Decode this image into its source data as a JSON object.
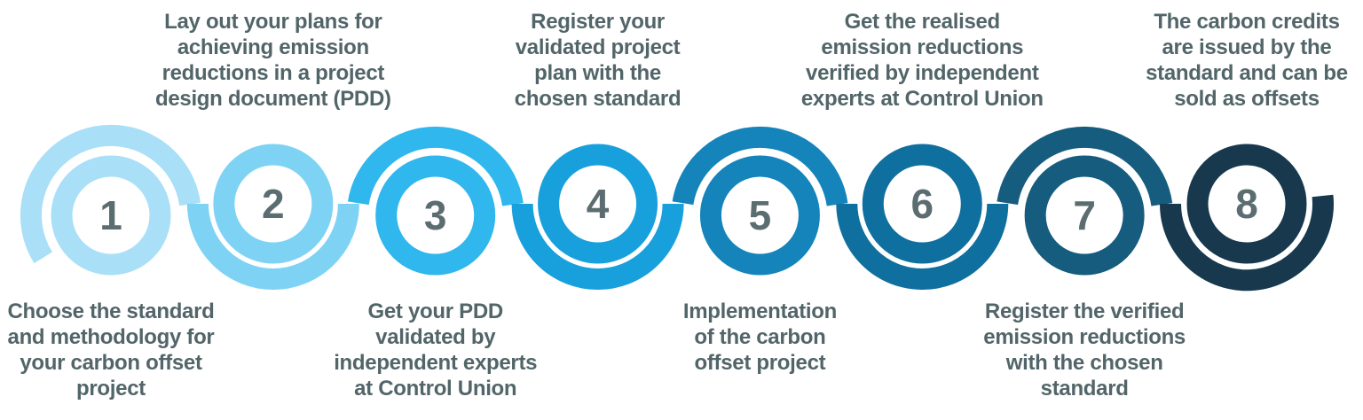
{
  "background_color": "#ffffff",
  "text_color": "#526569",
  "number_color": "#5C6D71",
  "steps": [
    {
      "number": "1",
      "color": "#A9DFF7",
      "text_position": "below",
      "label": [
        "Choose the standard",
        "and methodology for",
        "your carbon offset",
        "project"
      ]
    },
    {
      "number": "2",
      "color": "#7ED3F5",
      "text_position": "above",
      "label": [
        "Lay out your plans for",
        "achieving emission",
        "reductions in a project",
        "design document (PDD)"
      ]
    },
    {
      "number": "3",
      "color": "#2FB7EE",
      "text_position": "below",
      "label": [
        "Get your PDD",
        "validated by",
        "independent experts",
        "at Control Union"
      ]
    },
    {
      "number": "4",
      "color": "#18A0DD",
      "text_position": "above",
      "label": [
        "Register your",
        "validated project",
        "plan with the",
        "chosen standard"
      ]
    },
    {
      "number": "5",
      "color": "#1484BA",
      "text_position": "below",
      "label": [
        "Implementation",
        "of the carbon",
        "offset project"
      ]
    },
    {
      "number": "6",
      "color": "#0F6F9E",
      "text_position": "above",
      "label": [
        "Get the realised",
        "emission reductions",
        "verified by independent",
        "experts at Control Union"
      ]
    },
    {
      "number": "7",
      "color": "#155C7E",
      "text_position": "below",
      "label": [
        "Register the verified",
        "emission reductions",
        "with the chosen",
        "standard"
      ]
    },
    {
      "number": "8",
      "color": "#17384D",
      "text_position": "above",
      "label": [
        "The carbon credits",
        "are issued by the",
        "standard and can be",
        "sold as offsets"
      ]
    }
  ]
}
